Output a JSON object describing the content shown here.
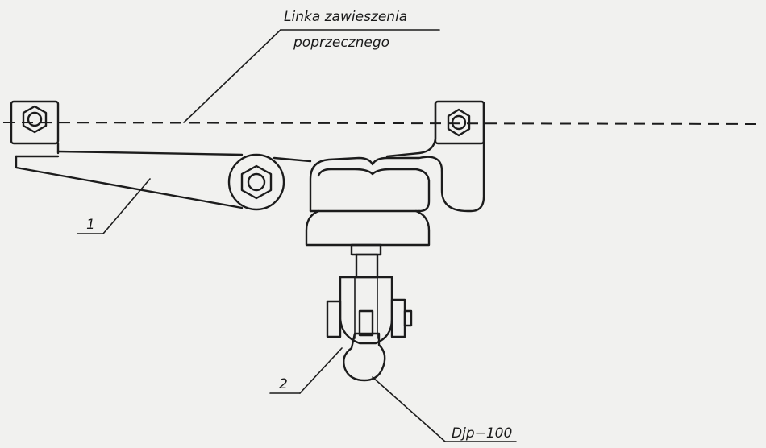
{
  "labels": {
    "cable_line1": "Linka zawieszenia",
    "cable_line2": "poprzecznego",
    "part_1": "1",
    "part_2": "2",
    "wire": "Djp−100"
  },
  "colors": {
    "background": "#f1f1ef",
    "ink": "#1c1c1c"
  }
}
